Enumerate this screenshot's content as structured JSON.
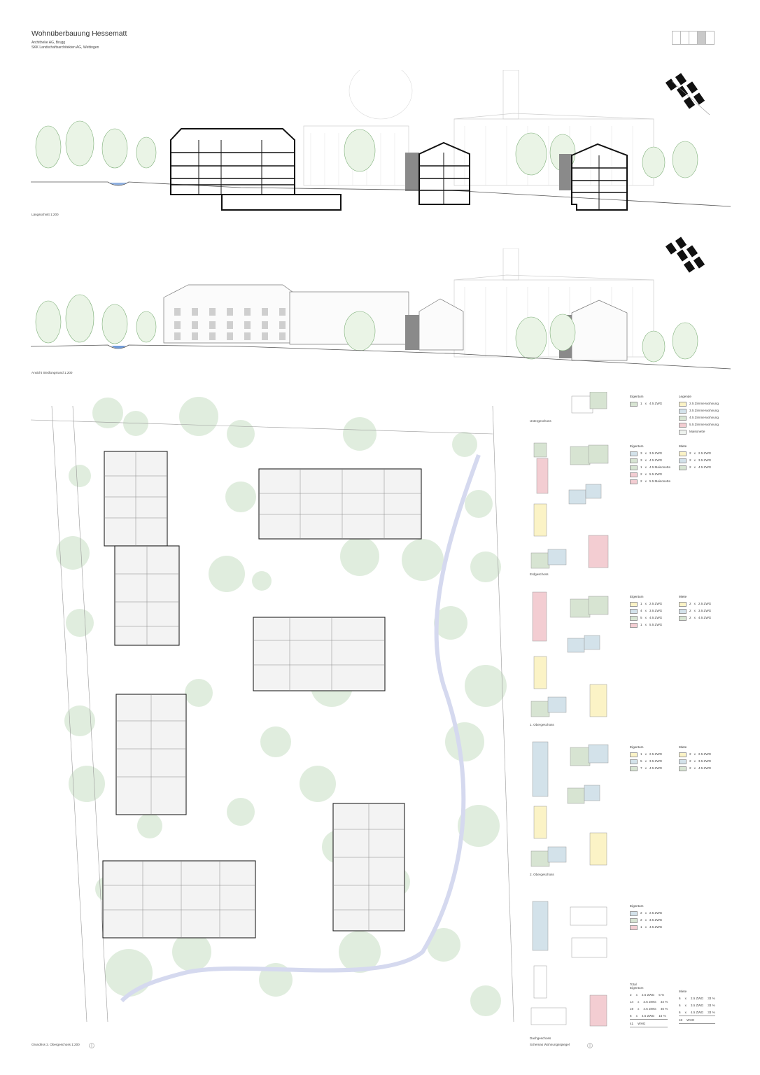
{
  "header": {
    "title": "Wohnüberbauung Hessematt",
    "architect": "Architheke AG, Brugg",
    "landscape": "SKK Landschaftsarchitekten AG, Wettingen",
    "tabs_total": 5,
    "tabs_active": 4
  },
  "captions": {
    "section": "Längsschnitt 1:200",
    "elevation": "Ansicht Siedlungsrand 1:200",
    "plan": "Grundriss 2. Obergeschoss 1:200",
    "schema": "Schemas Wohnungsspiegel"
  },
  "colors": {
    "zwg25": "#fbf3c6",
    "zwg35": "#d3e2ea",
    "zwg45": "#d7e4d2",
    "zwg55": "#f3cdd2",
    "maisonette": "#eef2ee",
    "tree": "#cfe3cc",
    "stream": "#d5d9ef"
  },
  "legend": {
    "title": "Legende",
    "items": [
      {
        "label": "2.5 Zimmerwohnung",
        "color": "#fbf3c6"
      },
      {
        "label": "3.5 Zimmerwohnung",
        "color": "#d3e2ea"
      },
      {
        "label": "4.5 Zimmerwohnung",
        "color": "#d7e4d2"
      },
      {
        "label": "5.5 Zimmerwohnung",
        "color": "#f3cdd2"
      },
      {
        "label": "Maisonette",
        "color": "#eef2ee"
      }
    ]
  },
  "floors": [
    {
      "name": "Untergeschoss",
      "eigentum": [
        {
          "n": "1",
          "t": "4.5 ZWG",
          "c": "#d7e4d2"
        }
      ],
      "miete": []
    },
    {
      "name": "Erdgeschoss",
      "eigentum": [
        {
          "n": "3",
          "t": "3.5 ZWG",
          "c": "#d3e2ea"
        },
        {
          "n": "3",
          "t": "4.5 ZWG",
          "c": "#d7e4d2"
        },
        {
          "n": "1",
          "t": "4.5 Maisonette",
          "c": "#d7e4d2"
        },
        {
          "n": "2",
          "t": "5.5 ZWG",
          "c": "#f3cdd2"
        },
        {
          "n": "2",
          "t": "5.5 Maisonette",
          "c": "#f3cdd2"
        }
      ],
      "miete": [
        {
          "n": "2",
          "t": "2.5 ZWG",
          "c": "#fbf3c6"
        },
        {
          "n": "2",
          "t": "3.5 ZWG",
          "c": "#d3e2ea"
        },
        {
          "n": "2",
          "t": "4.5 ZWG",
          "c": "#d7e4d2"
        }
      ]
    },
    {
      "name": "1. Obergeschoss",
      "eigentum": [
        {
          "n": "1",
          "t": "2.5 ZWG",
          "c": "#fbf3c6"
        },
        {
          "n": "4",
          "t": "3.5 ZWG",
          "c": "#d3e2ea"
        },
        {
          "n": "5",
          "t": "4.5 ZWG",
          "c": "#d7e4d2"
        },
        {
          "n": "1",
          "t": "5.5 ZWG",
          "c": "#f3cdd2"
        }
      ],
      "miete": [
        {
          "n": "2",
          "t": "2.5 ZWG",
          "c": "#fbf3c6"
        },
        {
          "n": "2",
          "t": "3.5 ZWG",
          "c": "#d3e2ea"
        },
        {
          "n": "2",
          "t": "4.5 ZWG",
          "c": "#d7e4d2"
        }
      ]
    },
    {
      "name": "2. Obergeschoss",
      "eigentum": [
        {
          "n": "1",
          "t": "2.5 ZWG",
          "c": "#fbf3c6"
        },
        {
          "n": "5",
          "t": "3.5 ZWG",
          "c": "#d3e2ea"
        },
        {
          "n": "7",
          "t": "4.5 ZWG",
          "c": "#d7e4d2"
        }
      ],
      "miete": [
        {
          "n": "2",
          "t": "2.5 ZWG",
          "c": "#fbf3c6"
        },
        {
          "n": "2",
          "t": "3.5 ZWG",
          "c": "#d3e2ea"
        },
        {
          "n": "2",
          "t": "4.5 ZWG",
          "c": "#d7e4d2"
        }
      ]
    },
    {
      "name": "Dachgeschoss",
      "eigentum": [
        {
          "n": "2",
          "t": "2.5 ZWG",
          "c": "#d3e2ea"
        },
        {
          "n": "2",
          "t": "3.5 ZWG",
          "c": "#d7e4d2"
        },
        {
          "n": "1",
          "t": "4.5 ZWG",
          "c": "#f3cdd2"
        }
      ],
      "miete": []
    }
  ],
  "labels": {
    "eigentum": "Eigentum",
    "miete": "Miete",
    "total": "Total",
    "x": "x",
    "whg": "WHG"
  },
  "total": {
    "eigentum": [
      {
        "n": "2",
        "t": "2.5 ZWG",
        "p": "5 %"
      },
      {
        "n": "14",
        "t": "3.5 ZWG",
        "p": "34 %"
      },
      {
        "n": "19",
        "t": "4.5 ZWG",
        "p": "46 %"
      },
      {
        "n": "6",
        "t": "4.5 ZWG",
        "p": "15 %"
      }
    ],
    "eigentum_sum": "41",
    "miete": [
      {
        "n": "6",
        "t": "2.5 ZWG",
        "p": "33 %"
      },
      {
        "n": "6",
        "t": "3.5 ZWG",
        "p": "33 %"
      },
      {
        "n": "6",
        "t": "4.5 ZWG",
        "p": "33 %"
      }
    ],
    "miete_sum": "18"
  }
}
